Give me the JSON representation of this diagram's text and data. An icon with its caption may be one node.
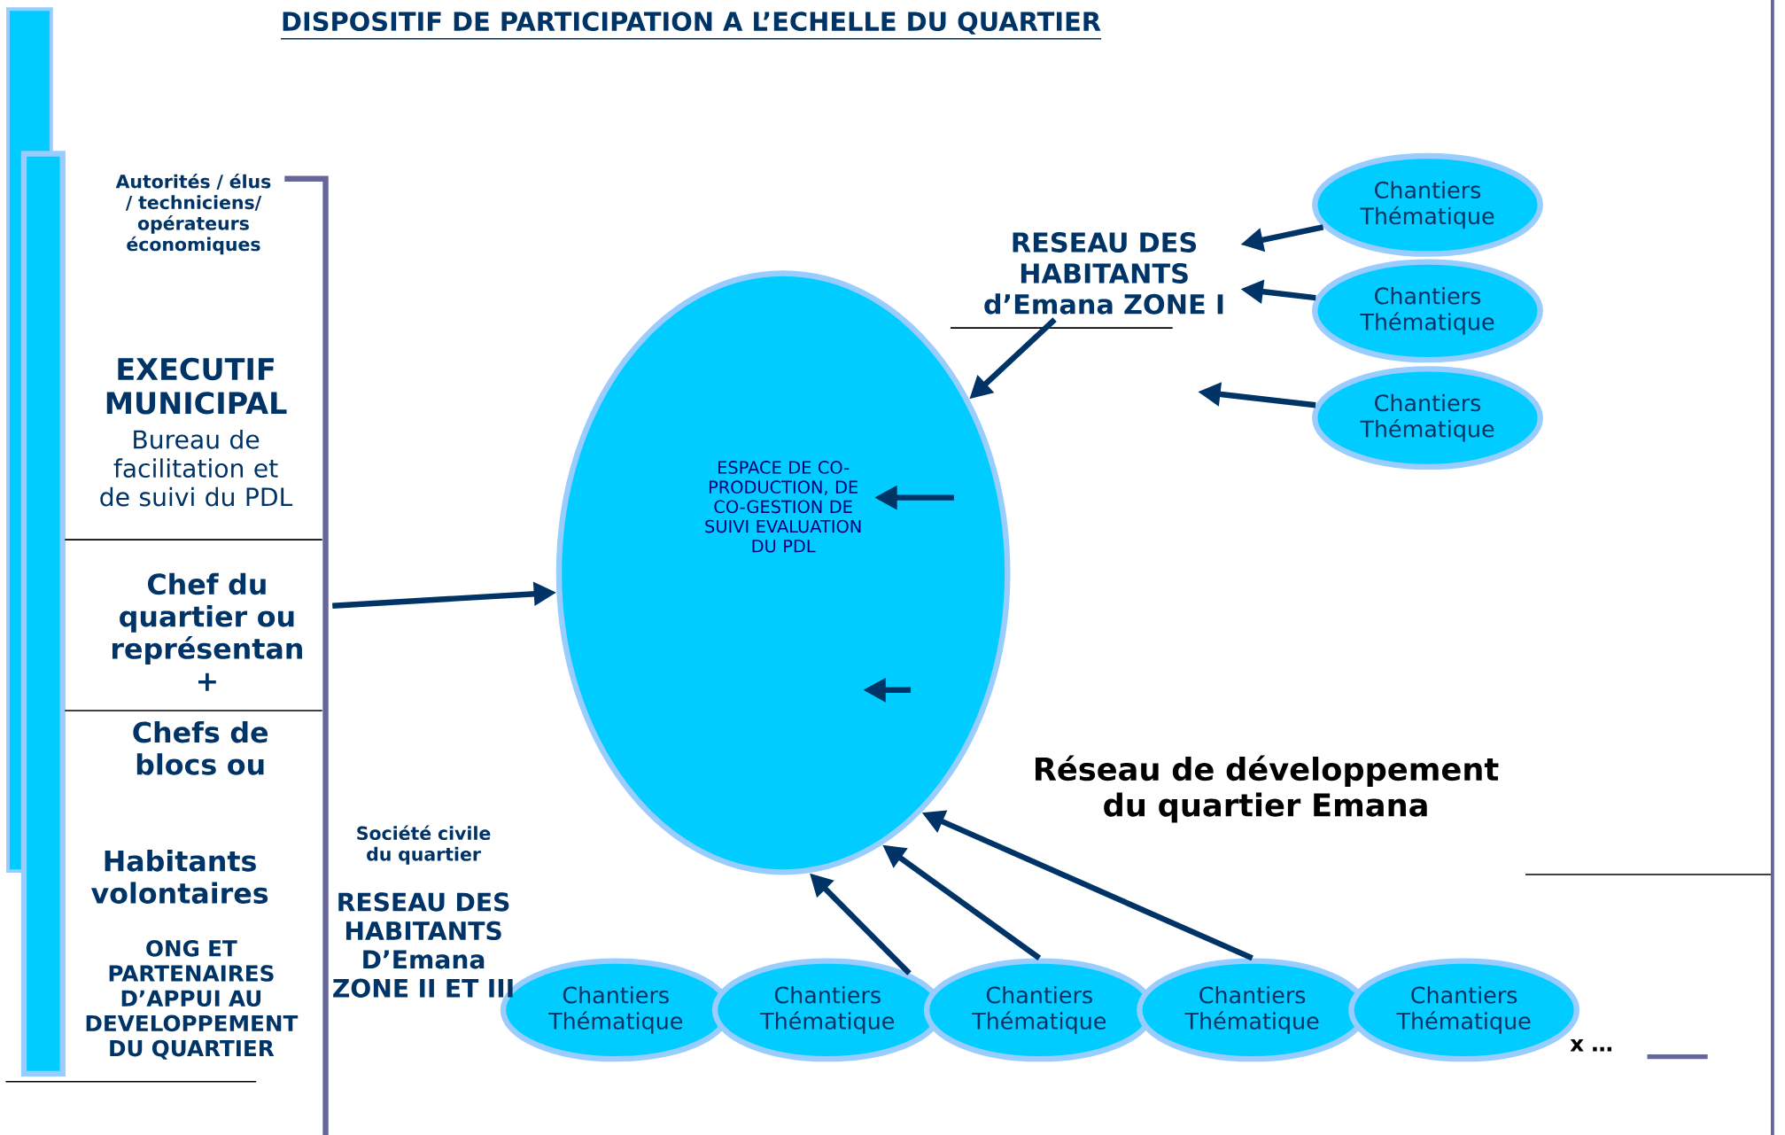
{
  "diagram": {
    "title": "DISPOSITIF DE PARTICIPATION A L’ECHELLE DU QUARTIER",
    "nodes": [
      {
        "text": [
          "ESPACE DE CO-PRODUCTION, DE CO-GESTION DE SUIVI EVALUATION DU PDL"
        ]
      },
      {
        "text": [
          "RESEAU DES HABITANTS d’Emana ZONE I"
        ]
      },
      {
        "text": [
          "Chantiers Thématique"
        ]
      },
      {
        "text": [
          "Chantiers Thématique"
        ]
      },
      {
        "text": [
          "Chantiers Thématique"
        ]
      },
      {
        "text": [
          "Chantiers Thématique"
        ]
      },
      {
        "text": [
          "Chantiers Thématique"
        ]
      },
      {
        "text": [
          "Chantiers Thématique"
        ]
      },
      {
        "text": [
          "Chantiers Thématique"
        ]
      },
      {
        "text": [
          "Chantiers Thématique"
        ]
      }
    ],
    "edges": [
      {
        "from": 2,
        "to": 1,
        "arrow": "to"
      },
      {
        "from": 3,
        "to": 1,
        "arrow": "to"
      },
      {
        "from": 4,
        "to": null,
        "arrow": "to"
      },
      {
        "from": 1,
        "to": 0,
        "arrow": "to"
      },
      {
        "from": null,
        "to": 0,
        "arrow": "to"
      },
      {
        "from": 6,
        "to": 0,
        "arrow": "to"
      },
      {
        "from": 7,
        "to": 0,
        "arrow": "to"
      },
      {
        "from": 8,
        "to": 0,
        "arrow": "to"
      }
    ],
    "labels": [
      "Autorités / élus / techniciens/ opérateurs économiques",
      "EXECUTIF MUNICIPAL",
      "Bureau de facilitation et de suivi  du PDL",
      "Chef du quartier ou représentan +",
      "Chefs de blocs ou",
      "Habitants volontaires",
      "Société civile du quartier",
      "ONG ET PARTENAIRES D’APPUI  AU DEVELOPPEMENT DU QUARTIER",
      "RESEAU DES HABITANTS D’Emana ZONE II ET III",
      "Réseau de développement du quartier Emana",
      "x …"
    ]
  }
}
